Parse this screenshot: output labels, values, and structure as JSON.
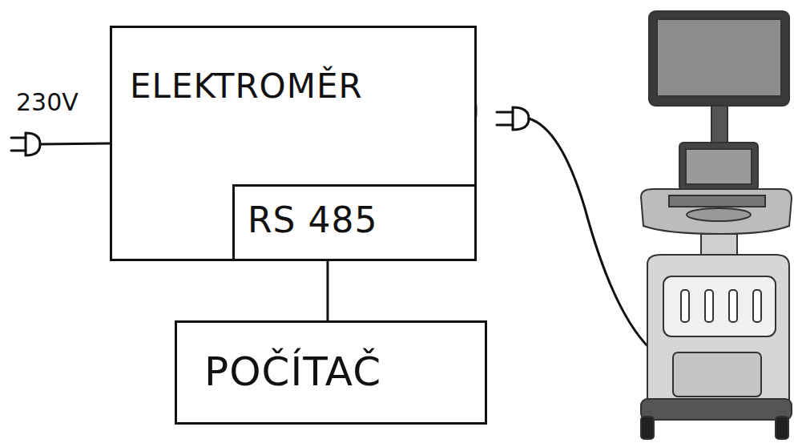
{
  "diagram": {
    "nodes": [
      {
        "text": [
          "ELEKTROMĚR"
        ]
      },
      {
        "text": [
          "RS 485"
        ],
        "in": 0
      },
      {
        "text": [
          "POČÍTAČ"
        ]
      }
    ],
    "edges": [
      {
        "from": 1,
        "to": 2,
        "arrow": "none"
      }
    ],
    "labels": [
      "230V"
    ]
  }
}
